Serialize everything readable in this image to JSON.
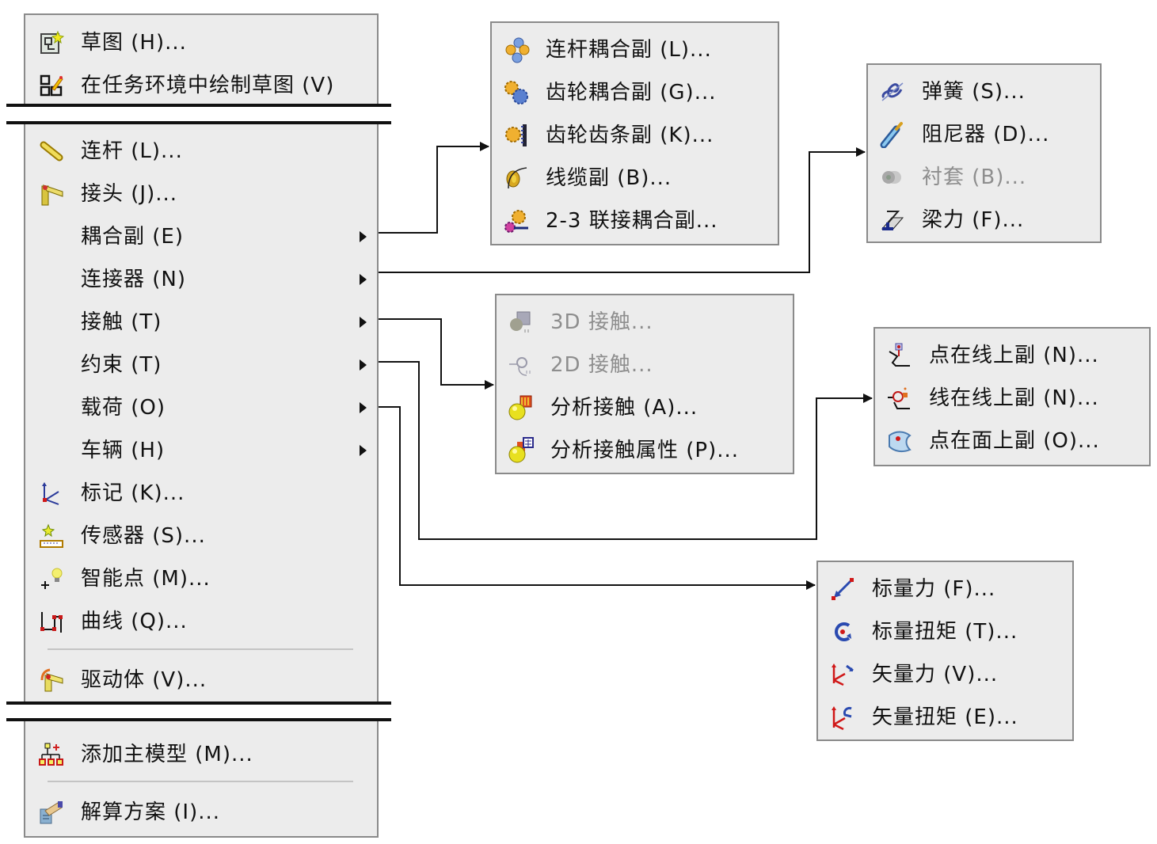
{
  "main_menu": {
    "items": [
      {
        "label": "草图 (H)...",
        "icon": "sketch-icon"
      },
      {
        "label": "在任务环境中绘制草图 (V)",
        "icon": "sketch-in-task-icon"
      },
      {
        "label": "连杆 (L)...",
        "icon": "link-icon"
      },
      {
        "label": "接头 (J)...",
        "icon": "joint-icon"
      },
      {
        "label": "耦合副 (E)",
        "icon": "none",
        "submenu": true
      },
      {
        "label": "连接器 (N)",
        "icon": "none",
        "submenu": true
      },
      {
        "label": "接触 (T)",
        "icon": "none",
        "submenu": true
      },
      {
        "label": "约束 (T)",
        "icon": "none",
        "submenu": true
      },
      {
        "label": "载荷 (O)",
        "icon": "none",
        "submenu": true
      },
      {
        "label": "车辆 (H)",
        "icon": "none",
        "submenu": true
      },
      {
        "label": "标记 (K)...",
        "icon": "marker-icon"
      },
      {
        "label": "传感器 (S)...",
        "icon": "sensor-icon"
      },
      {
        "label": "智能点 (M)...",
        "icon": "smart-point-icon"
      },
      {
        "label": "曲线 (Q)...",
        "icon": "curve-icon"
      },
      {
        "label": "驱动体 (V)...",
        "icon": "driver-icon"
      },
      {
        "label": "添加主模型 (M)...",
        "icon": "add-master-model-icon"
      },
      {
        "label": "解算方案 (I)...",
        "icon": "solution-icon"
      }
    ]
  },
  "submenus": {
    "coupler": {
      "items": [
        {
          "label": "连杆耦合副 (L)...",
          "icon": "linkage-coupler-icon",
          "enabled": true
        },
        {
          "label": "齿轮耦合副 (G)...",
          "icon": "gear-coupler-icon",
          "enabled": true
        },
        {
          "label": "齿轮齿条副 (K)...",
          "icon": "rack-pinion-icon",
          "enabled": true
        },
        {
          "label": "线缆副 (B)...",
          "icon": "cable-icon",
          "enabled": true
        },
        {
          "label": "2-3 联接耦合副...",
          "icon": "2-3-joint-coupler-icon",
          "enabled": true
        }
      ]
    },
    "connector": {
      "items": [
        {
          "label": "弹簧 (S)...",
          "icon": "spring-icon",
          "enabled": true
        },
        {
          "label": "阻尼器 (D)...",
          "icon": "damper-icon",
          "enabled": true
        },
        {
          "label": "衬套 (B)...",
          "icon": "bushing-icon",
          "enabled": false
        },
        {
          "label": "梁力 (F)...",
          "icon": "beam-force-icon",
          "enabled": true
        }
      ]
    },
    "contact": {
      "items": [
        {
          "label": "3D 接触...",
          "icon": "3d-contact-icon",
          "enabled": false
        },
        {
          "label": "2D 接触...",
          "icon": "2d-contact-icon",
          "enabled": false
        },
        {
          "label": "分析接触 (A)...",
          "icon": "analysis-contact-icon",
          "enabled": true
        },
        {
          "label": "分析接触属性 (P)...",
          "icon": "analysis-contact-property-icon",
          "enabled": true
        }
      ]
    },
    "constraint": {
      "items": [
        {
          "label": "点在线上副 (N)...",
          "icon": "point-on-curve-icon",
          "enabled": true
        },
        {
          "label": "线在线上副 (N)...",
          "icon": "curve-on-curve-icon",
          "enabled": true
        },
        {
          "label": "点在面上副 (O)...",
          "icon": "point-on-surface-icon",
          "enabled": true
        }
      ]
    },
    "load": {
      "items": [
        {
          "label": "标量力 (F)...",
          "icon": "scalar-force-icon",
          "enabled": true
        },
        {
          "label": "标量扭矩 (T)...",
          "icon": "scalar-torque-icon",
          "enabled": true
        },
        {
          "label": "矢量力 (V)...",
          "icon": "vector-force-icon",
          "enabled": true
        },
        {
          "label": "矢量扭矩 (E)...",
          "icon": "vector-torque-icon",
          "enabled": true
        }
      ]
    }
  },
  "colors": {
    "menu_bg": "#ececec",
    "menu_border": "#8a8a8a",
    "text": "#111111",
    "disabled_text": "#8e8e8e",
    "connector_line": "#111111"
  }
}
